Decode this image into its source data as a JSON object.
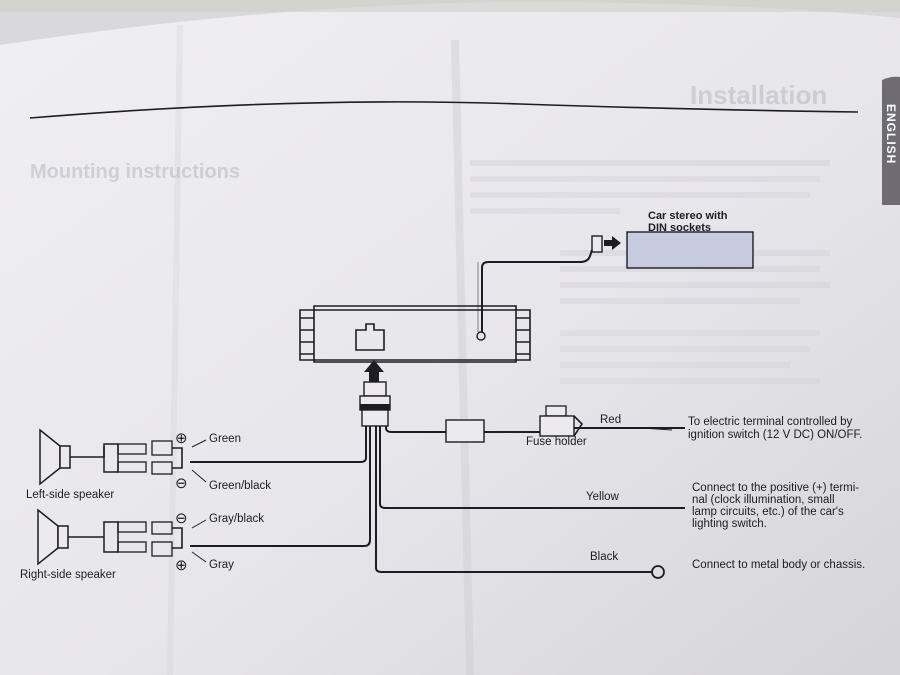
{
  "side_tab": {
    "label": "ENGLISH"
  },
  "components": {
    "car_stereo": {
      "label_line1": "Car stereo with",
      "label_line2": "DIN sockets"
    },
    "fuse_holder": {
      "label": "Fuse holder"
    },
    "left_speaker": {
      "label": "Left-side speaker"
    },
    "right_speaker": {
      "label": "Right-side speaker"
    }
  },
  "speaker_wires": {
    "green": "Green",
    "green_black": "Green/black",
    "gray_black": "Gray/black",
    "gray": "Gray"
  },
  "polarity": {
    "plus": "⊕",
    "minus": "⊖"
  },
  "power_wires": [
    {
      "color": "Red",
      "instruction_lines": [
        "To electric terminal controlled by",
        "ignition switch (12 V DC) ON/OFF."
      ]
    },
    {
      "color": "Yellow",
      "instruction_lines": [
        "Connect to the positive (+) termi-",
        "nal (clock illumination, small",
        "lamp circuits, etc.) of the car's",
        "lighting switch."
      ]
    },
    {
      "color": "Black",
      "instruction_lines": [
        "Connect to metal body or chassis."
      ]
    }
  ],
  "colors": {
    "paper": "#e9e8ec",
    "ink": "#1d1d25",
    "stereo_fill": "#c7cbe0",
    "tab": "#6e6c72"
  }
}
